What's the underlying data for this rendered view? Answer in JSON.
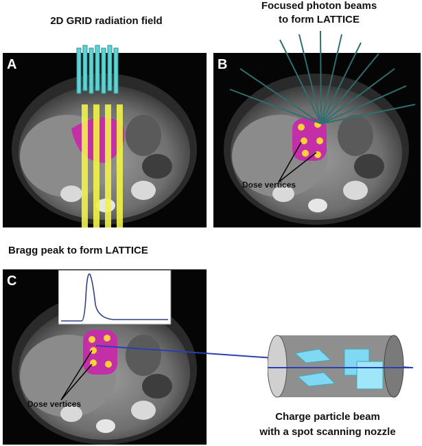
{
  "titles": {
    "a": "2D GRID radiation field",
    "b_line1": "Focused photon beams",
    "b_line2": "to form LATTICE",
    "c": "Bragg peak to form LATTICE"
  },
  "panels": {
    "a": "A",
    "b": "B",
    "c": "C"
  },
  "annotations": {
    "dose_b": "Dose vertices",
    "dose_c": "Dose vertices"
  },
  "nozzle": {
    "line1": "Charge particle beam",
    "line2": "with a spot scanning nozzle"
  },
  "colors": {
    "tumor": "#c22fa6",
    "grid_beam": "#f2f24a",
    "collimator": "#5fd3d3",
    "photon_beam": "#2f6f6f",
    "proton_beam": "#2a3fb0",
    "scanner": "#7fd9f5"
  }
}
